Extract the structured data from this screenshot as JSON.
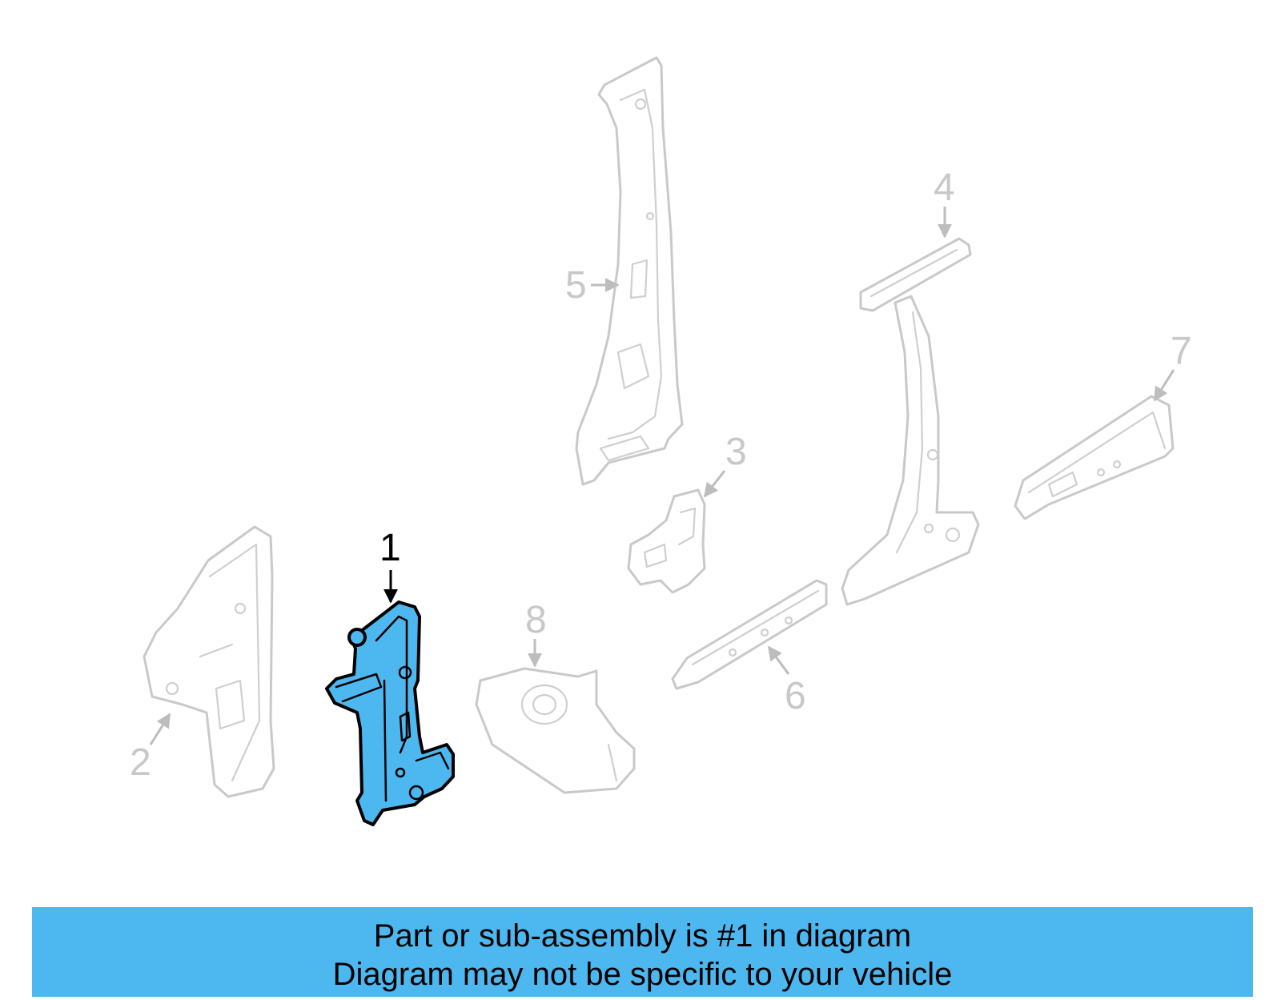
{
  "diagram": {
    "callouts": [
      "1",
      "2",
      "3",
      "4",
      "5",
      "6",
      "7",
      "8"
    ],
    "highlighted_part": "1",
    "colors": {
      "highlight": "#4db8f0",
      "ghost": "#c9c9c9",
      "banner": "#4db8f0"
    }
  },
  "banner": {
    "line1": "Part or sub-assembly is #1 in diagram",
    "line2": "Diagram may not be specific to your vehicle"
  }
}
